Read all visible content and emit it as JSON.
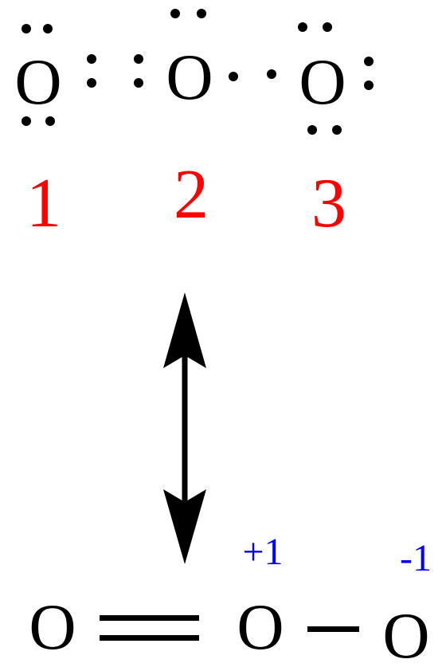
{
  "lewis_structure": {
    "atoms": [
      {
        "symbol": "O",
        "index_label": "1"
      },
      {
        "symbol": "O",
        "index_label": "2"
      },
      {
        "symbol": "O",
        "index_label": "3"
      }
    ]
  },
  "bond_structure": {
    "atoms": [
      {
        "symbol": "O",
        "charge": ""
      },
      {
        "symbol": "O",
        "charge": "+1"
      },
      {
        "symbol": "O",
        "charge": "-1"
      }
    ],
    "bonds": [
      "double",
      "single"
    ]
  },
  "colors": {
    "atom": "#000000",
    "index_label": "#ff0000",
    "charge": "#0000ff",
    "arrow": "#000000"
  }
}
